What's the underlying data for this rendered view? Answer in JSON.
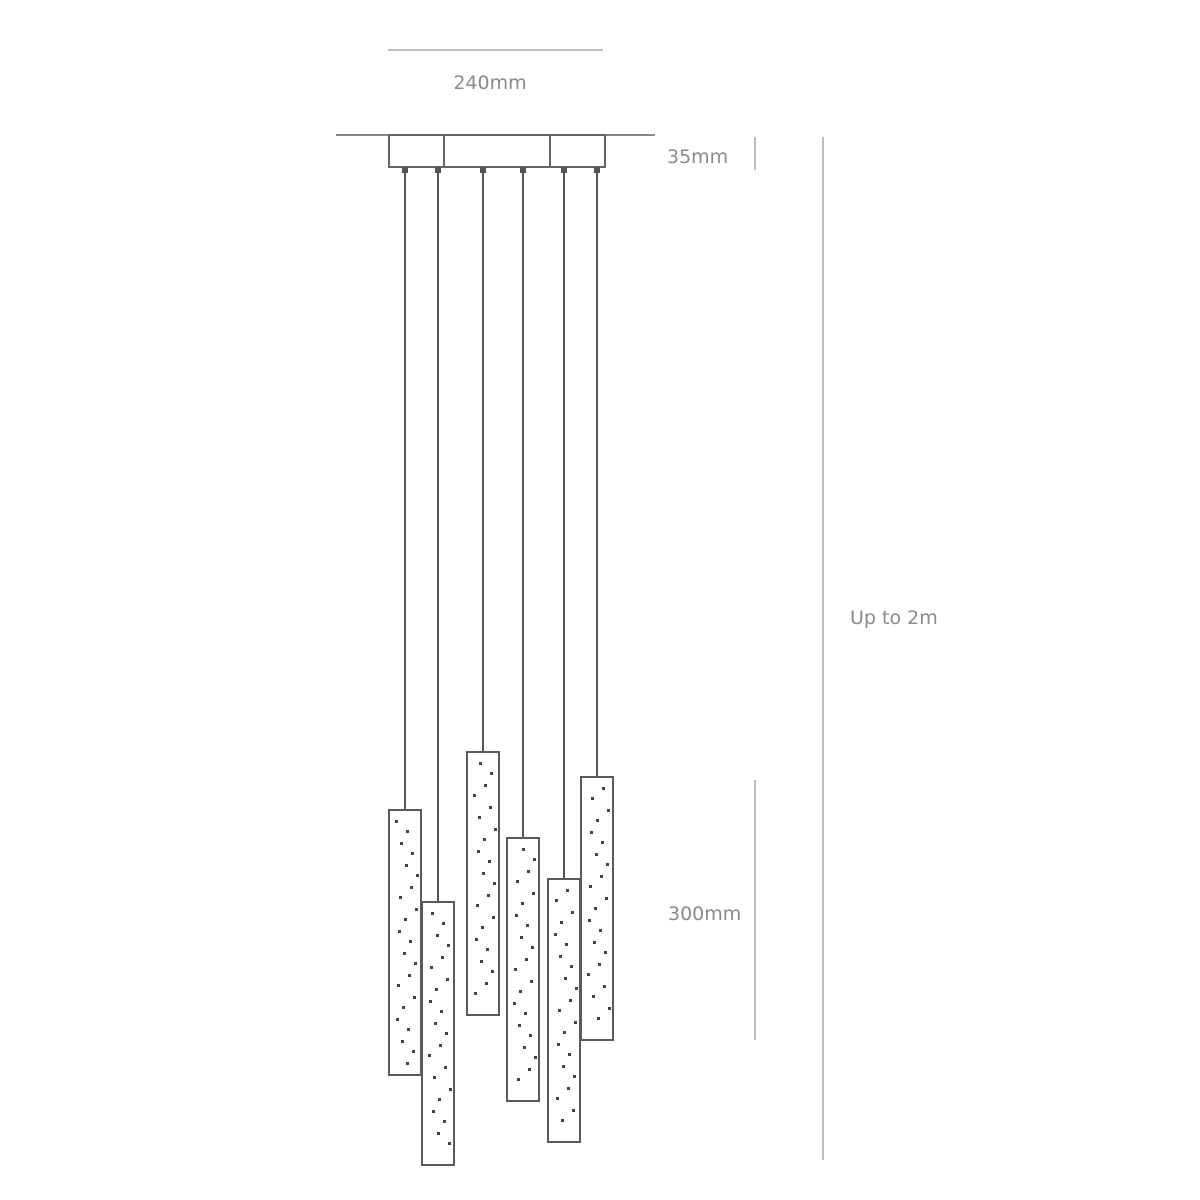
{
  "dimensions": {
    "width_label": "240mm",
    "canopy_height_label": "35mm",
    "drop_label": "Up to 2m",
    "tube_length_label": "300mm"
  },
  "pendants": {
    "count": 6
  }
}
